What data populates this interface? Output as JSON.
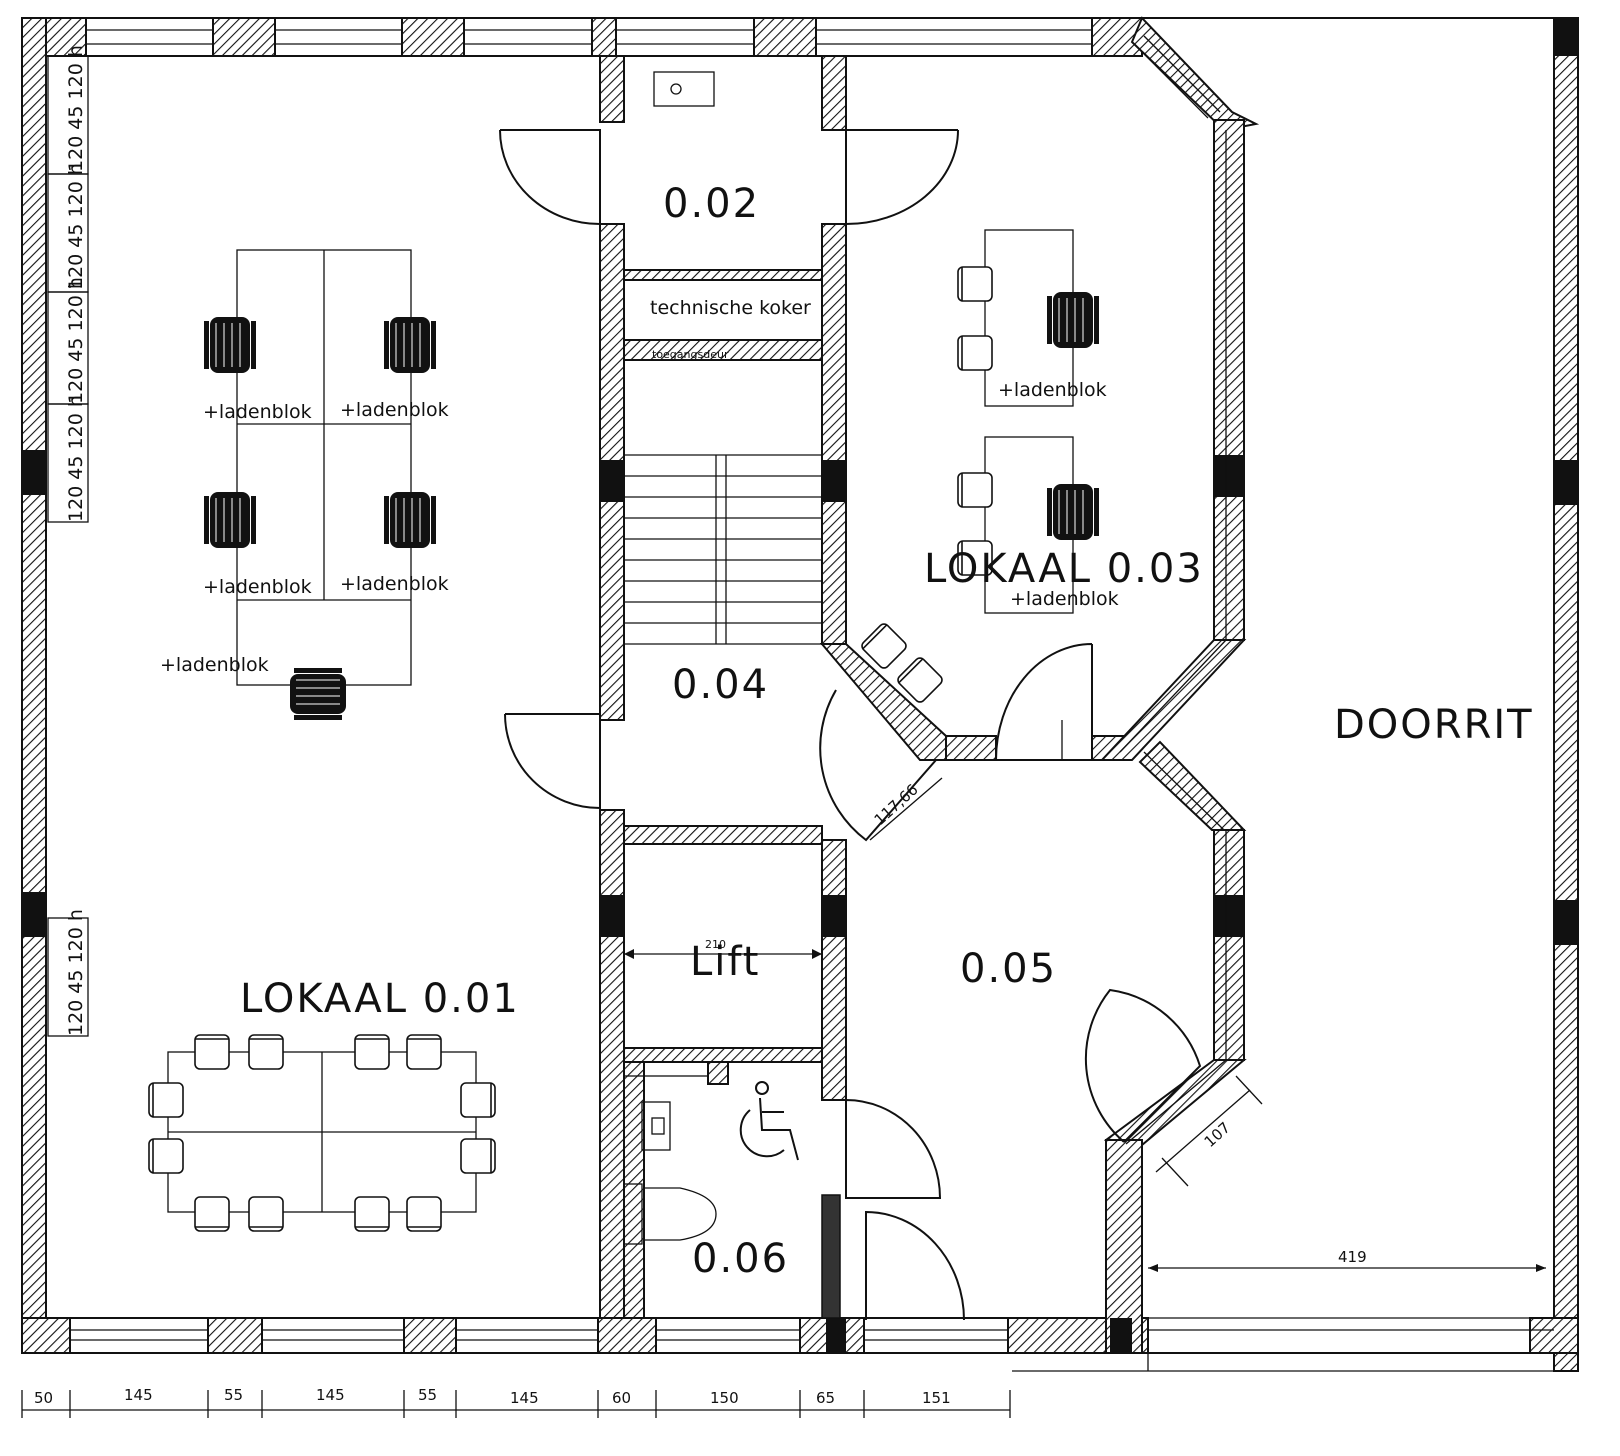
{
  "rooms": {
    "lokaal_001": "LOKAAL  0.01",
    "room_002": "0.02",
    "lokaal_003": "LOKAAL  0.03",
    "room_004": "0.04",
    "room_005": "0.05",
    "room_006": "0.06",
    "lift": "Lift",
    "doorrit": "DOORRIT"
  },
  "labels": {
    "technische_koker": "technische koker",
    "toegangsdeur": "toegangsdeur",
    "ladenblok": "+ladenblok",
    "window_note": "120  45  120 h"
  },
  "dimensions": {
    "bottom": [
      "50",
      "145",
      "55",
      "145",
      "55",
      "145",
      "60",
      "150",
      "65",
      "151"
    ],
    "lift_width": "210",
    "door_width": "117,66",
    "garage_door": "107",
    "doorrit_width": "419"
  },
  "colors": {
    "line": "#111111",
    "background": "#ffffff"
  }
}
